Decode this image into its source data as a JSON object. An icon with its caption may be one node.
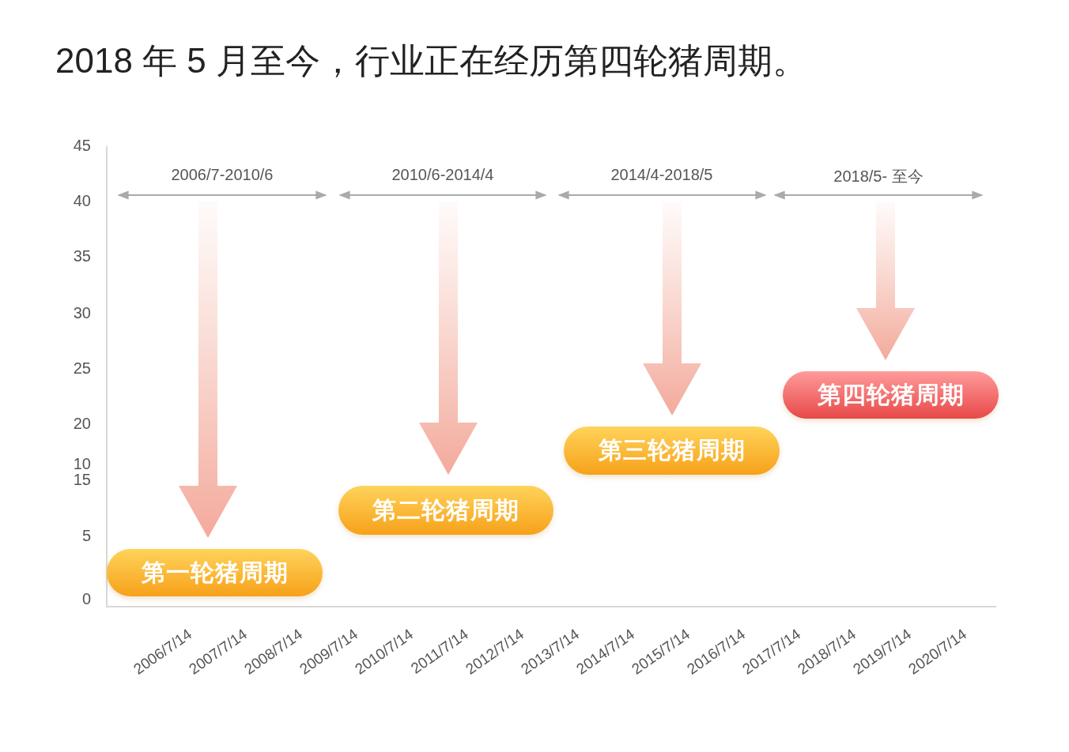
{
  "diagram": {
    "title": "2018 年 5 月至今，行业正在经历第四轮猪周期。",
    "nodes": [
      {
        "text": [
          "第一轮猪周期"
        ]
      },
      {
        "text": [
          "第二轮猪周期"
        ]
      },
      {
        "text": [
          "第三轮猪周期"
        ]
      },
      {
        "text": [
          "第四轮猪周期"
        ]
      }
    ],
    "edges": [
      {
        "from": null,
        "to": 0,
        "arrow": "to"
      },
      {
        "from": null,
        "to": 1,
        "arrow": "to"
      },
      {
        "from": null,
        "to": 2,
        "arrow": "to"
      },
      {
        "from": null,
        "to": 3,
        "arrow": "to"
      }
    ],
    "labels": [
      "45",
      "40",
      "35",
      "30",
      "25",
      "20",
      "10",
      "15",
      "5",
      "0",
      "2006/7-2010/6",
      "2010/6-2014/4",
      "2014/4-2018/5",
      "2018/5- 至今",
      "2006/7/14",
      "2007/7/14",
      "2008/7/14",
      "2009/7/14",
      "2010/7/14",
      "2011/7/14",
      "2012/7/14",
      "2013/7/14",
      "2014/7/14",
      "2015/7/14",
      "2016/7/14",
      "2017/7/14",
      "2018/7/14",
      "2019/7/14",
      "2020/7/14"
    ]
  }
}
